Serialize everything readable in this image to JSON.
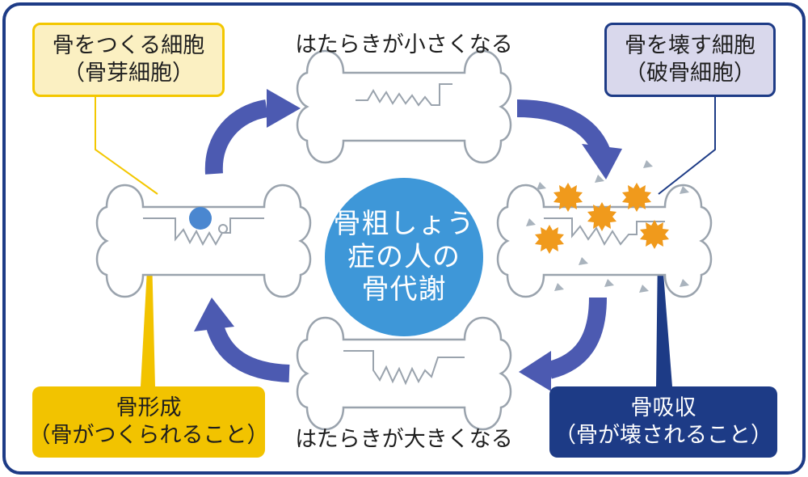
{
  "labels": {
    "osteoblast": {
      "line1": "骨をつくる細胞",
      "line2": "（骨芽細胞）"
    },
    "osteoclast": {
      "line1": "骨を壊す細胞",
      "line2": "（破骨細胞）"
    },
    "formation": {
      "line1": "骨形成",
      "line2": "（骨がつくられること）"
    },
    "resorption": {
      "line1": "骨吸収",
      "line2": "（骨が壊されること）"
    },
    "top_text": "はたらきが小さくなる",
    "bottom_text": "はたらきが大きくなる",
    "center": {
      "line1": "骨粗しょう",
      "line2": "症の人の",
      "line3": "骨代謝"
    }
  },
  "colors": {
    "frame_border": "#1d3b86",
    "osteoblast_fill": "#fbf0c2",
    "osteoblast_border": "#f3c700",
    "osteoclast_fill": "#d9d8ec",
    "osteoclast_border": "#1d3b86",
    "formation_fill": "#f2c300",
    "resorption_fill": "#1d3b86",
    "center_circle": "#3e97d8",
    "arrow": "#4c5ab1",
    "bone_stroke": "#9aa3ad",
    "osteoclast_cell": "#f09a1c",
    "osteoblast_cell": "#4a87d0",
    "debris": "#a9b3bd"
  }
}
